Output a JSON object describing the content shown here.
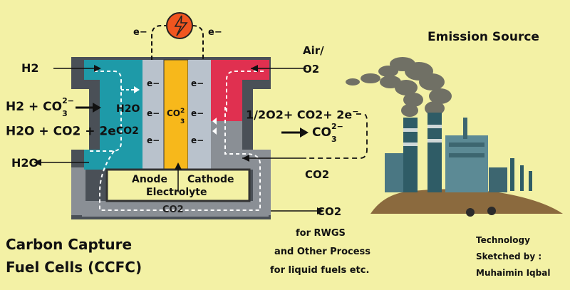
{
  "title": {
    "line1": "Carbon Capture",
    "line2": "Fuel Cells (CCFC)"
  },
  "emission_source": "Emission Source",
  "inputs": {
    "h2": "H2",
    "air": "Air/",
    "o2": "O2",
    "co2_in": "CO2"
  },
  "outputs": {
    "h2o": "H2O",
    "co2_out": "CO2"
  },
  "anode_reaction": {
    "line1": "H2 + CO",
    "line1_sup": "2−",
    "line1_sub": "3",
    "line2": "H2O + CO2 + 2e",
    "line2_sup": "−"
  },
  "cathode_reaction": {
    "line1": "1/2O2+ CO2+ 2e",
    "line1_sup": "−",
    "line2": "CO",
    "line2_sup": "2−",
    "line2_sub": "3"
  },
  "anode_channel": {
    "h2o": "H2O",
    "co2": "CO2"
  },
  "electrons": {
    "left_e": "e−",
    "right_e": "e−",
    "cell_e": "e−"
  },
  "electrolyte_ion": {
    "base": "CO",
    "sup": "2",
    "sub": "3"
  },
  "labels": {
    "anode": "Anode",
    "cathode": "Cathode",
    "electrolyte": "Electrolyte",
    "bottom_channel": "CO2"
  },
  "uses": {
    "line1": "for RWGS",
    "line2": "and Other Process",
    "line3": "for liquid fuels etc."
  },
  "credit": {
    "line1": "Technology",
    "line2": "Sketched by :",
    "line3": "Muhaimin Iqbal"
  },
  "colors": {
    "background": "#f3f1a5",
    "anode_channel": "#1e9aa8",
    "electrolyte": "#f7b81b",
    "electrode": "#b9c2cc",
    "cathode_air": "#e03050",
    "cathode_gas": "#8a8f95",
    "housing": "#4a5057",
    "load": "#f0551f"
  }
}
